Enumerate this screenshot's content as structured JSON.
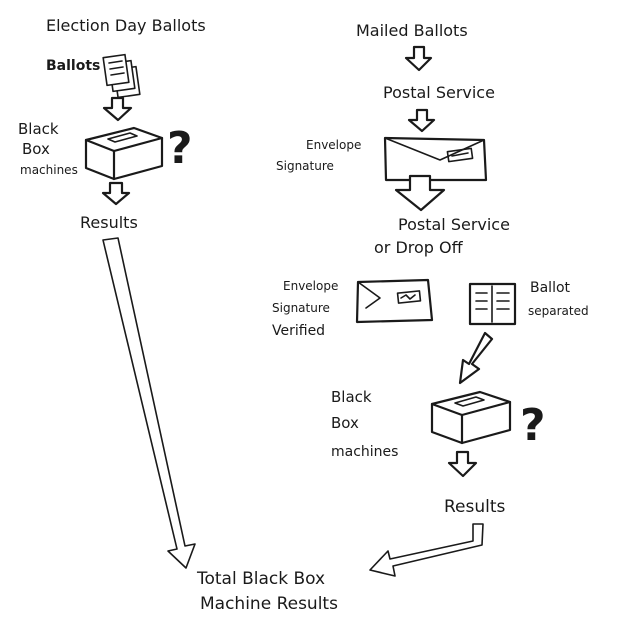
{
  "left_flow": {
    "title": "Election Day Ballots",
    "ballots_label": "Ballots",
    "machine_label_1": "Black",
    "machine_label_2": "Box",
    "machine_label_3": "machines",
    "question": "?",
    "results": "Results"
  },
  "right_flow": {
    "title": "Mailed Ballots",
    "postal_1": "Postal Service",
    "envelope_label_1": "Envelope",
    "envelope_label_2": "Signature",
    "postal_2_line1": "Postal Service",
    "postal_2_line2": "or Drop Off",
    "verified_label_1": "Envelope",
    "verified_label_2": "Signature",
    "verified_label_3": "Verified",
    "ballot_label_1": "Ballot",
    "ballot_label_2": "separated",
    "machine_label_1": "Black",
    "machine_label_2": "Box",
    "machine_label_3": "machines",
    "question": "?",
    "results": "Results"
  },
  "total": {
    "line1": "Total Black Box",
    "line2": "Machine Results"
  }
}
